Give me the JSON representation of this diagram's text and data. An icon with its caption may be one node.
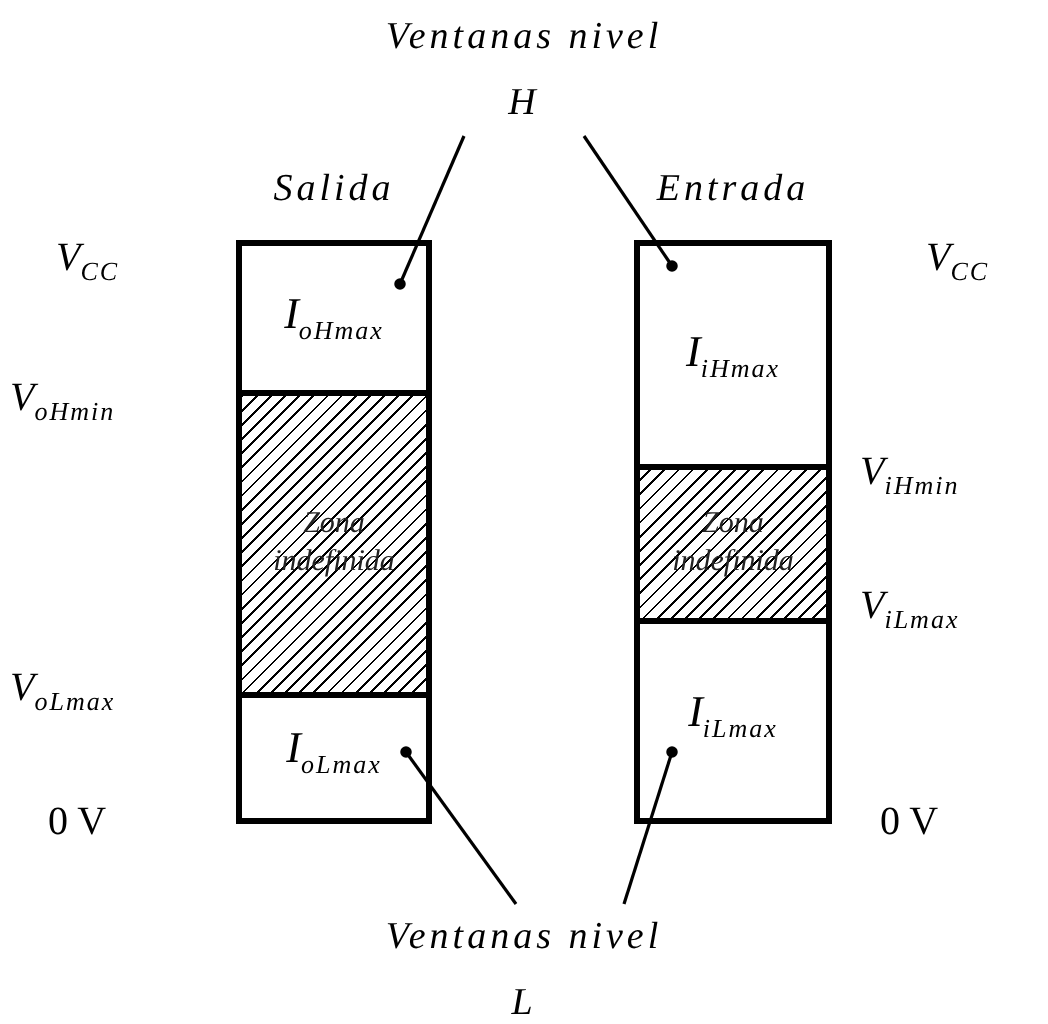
{
  "diagram": {
    "nodes": [
      {
        "text": [
          "Ventanas nivel H"
        ]
      },
      {
        "text": [
          "Salida"
        ]
      },
      {
        "text": [
          "I$_{oHmax}$"
        ],
        "in": 1
      },
      {
        "text": [
          "Zona indefinida"
        ],
        "in": 1
      },
      {
        "text": [
          "I$_{oLmax}$"
        ],
        "in": 1
      },
      {
        "text": [
          "Entrada"
        ]
      },
      {
        "text": [
          "I$_{iHmax}$"
        ],
        "in": 5
      },
      {
        "text": [
          "Zona indefinida"
        ],
        "in": 5
      },
      {
        "text": [
          "I$_{iLmax}$"
        ],
        "in": 5
      },
      {
        "text": [
          "Ventanas nivel L"
        ]
      }
    ],
    "edges": [
      {
        "from": 0,
        "to": 2,
        "arrow": "other"
      },
      {
        "from": 0,
        "to": 6,
        "arrow": "other"
      },
      {
        "from": 9,
        "to": 4,
        "arrow": "other"
      },
      {
        "from": 9,
        "to": 8,
        "arrow": "other"
      }
    ],
    "labels": [
      "*V*$_{CC}$",
      "*V*$_{oHmin}$",
      "*V*$_{oLmax}$",
      "0 V",
      "*V*$_{CC}$",
      "*V*$_{iHmin}$",
      "*V*$_{iLmax}$",
      "0 V"
    ]
  }
}
